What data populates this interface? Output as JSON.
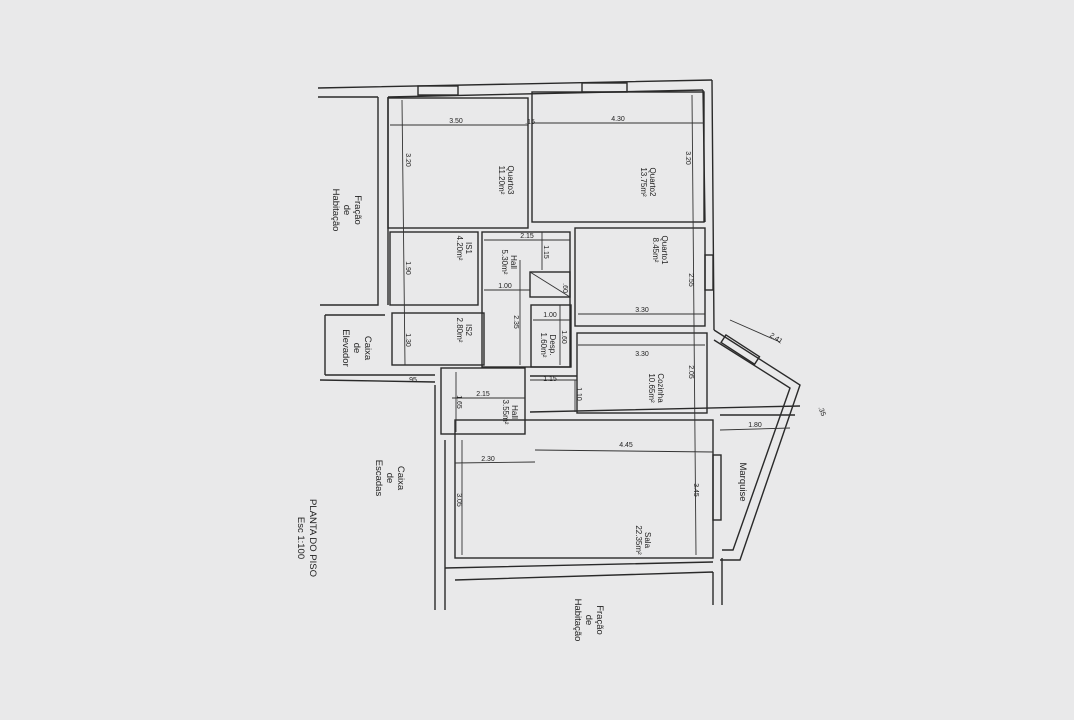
{
  "title": "PLANTA DO PISO",
  "scale": "Esc 1:100",
  "rooms": {
    "quarto3": {
      "name": "Quarto3",
      "area": "11.20m²"
    },
    "quarto2": {
      "name": "Quarto2",
      "area": "13.75m²"
    },
    "quarto1": {
      "name": "Quarto1",
      "area": "8.45m²"
    },
    "is1": {
      "name": "IS1",
      "area": "4.20m²"
    },
    "is2": {
      "name": "IS2",
      "area": "2.80m²"
    },
    "hall1": {
      "name": "Hall",
      "area": "5.30m²"
    },
    "desp": {
      "name": "Desp.",
      "area": "1.60m²"
    },
    "hall2": {
      "name": "Hall",
      "area": "3.55m²"
    },
    "cozinha": {
      "name": "Cozinha",
      "area": "10.65m²"
    },
    "sala": {
      "name": "Sala",
      "area": "22.35m²"
    },
    "marquise": {
      "name": "Marquise"
    }
  },
  "surroundings": {
    "fracao_left": [
      "Fração",
      "de",
      "Habitação"
    ],
    "elevador": [
      "Caixa",
      "de",
      "Elevador"
    ],
    "escadas": [
      "Caixa",
      "de",
      "Escadas"
    ],
    "fracao_bottom": [
      "Fração",
      "de",
      "Habitação"
    ]
  },
  "dimensions": {
    "q3_w": "3.50",
    "q3_h": "3.20",
    "q2_w": "4.30",
    "q2_h": "3.20",
    "wall1": ".15",
    "hall_w": "2.15",
    "hall_h": "1.15",
    "hall_b": "1.00",
    "hall_l": "2.35",
    "dsp_60": ".60",
    "desp_w": "1.00",
    "desp_h": "1.60",
    "is1_h": "1.90",
    "is2_h": "1.30",
    "q1_h": "2.55",
    "q1_w": "3.30",
    "coz_w": "3.30",
    "coz_h": "2.05",
    "e_95": ".95",
    "e_115": "1.15",
    "e_110": "1.10",
    "h2_w": "2.15",
    "h2_h": "1.65",
    "sala_a": "4.45",
    "sala_b": "2.30",
    "sala_c": "3.05",
    "sala_d": "3.45",
    "marq_w": "1.80",
    "marq_diag": "2.41",
    "marq_35": ".35"
  }
}
